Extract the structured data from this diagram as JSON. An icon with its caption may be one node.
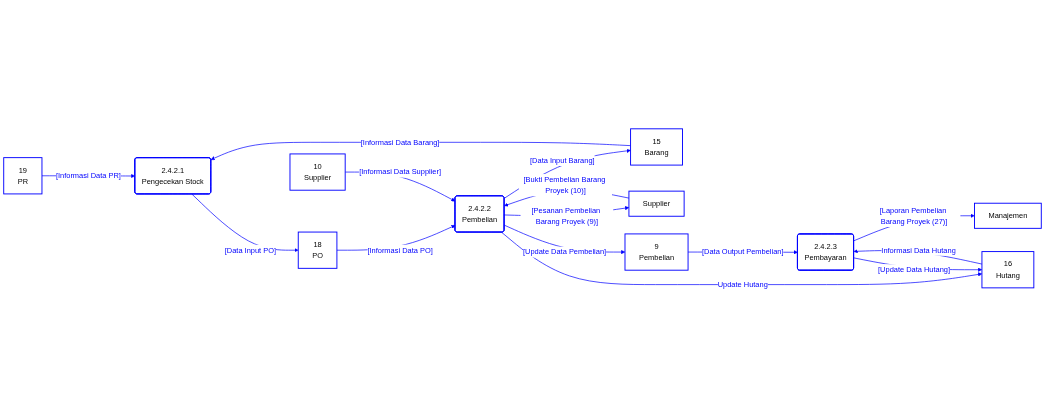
{
  "diagram": {
    "nodes": [
      {
        "text": [
          "19",
          "PR"
        ]
      },
      {
        "text": [
          "15",
          "Barang"
        ]
      },
      {
        "text": [
          "2.4.2.1",
          "Pengecekan Stock"
        ]
      },
      {
        "text": [
          "18",
          "PO"
        ]
      },
      {
        "text": [
          "Supplier"
        ]
      },
      {
        "text": [
          "2.4.2.2",
          "Pembelian"
        ]
      },
      {
        "text": [
          "10",
          "Supplier"
        ]
      },
      {
        "text": [
          "9",
          "Pembelian"
        ]
      },
      {
        "text": [
          "16",
          "Hutang"
        ]
      },
      {
        "text": [
          "Manajemen"
        ]
      },
      {
        "text": [
          "2.4.2.3",
          "Pembayaran"
        ]
      }
    ],
    "edges": [
      {
        "from": 0,
        "to": 2,
        "arrow": "to",
        "label": "[Informasi Data PR]"
      },
      {
        "from": 1,
        "to": 2,
        "arrow": "to",
        "label": "[Informasi Data Barang]"
      },
      {
        "from": 2,
        "to": 3,
        "arrow": "to",
        "label": "[Data Input PO]"
      },
      {
        "from": 3,
        "to": 5,
        "arrow": "to",
        "label": "[Informasi Data PO]"
      },
      {
        "from": 5,
        "to": 1,
        "arrow": "to",
        "label": "[Data Input Barang]"
      },
      {
        "from": 5,
        "to": 4,
        "arrow": "to",
        "label": "[Pesanan Pembelian Barang Proyek (9)]"
      },
      {
        "from": 4,
        "to": 5,
        "arrow": "to",
        "label": "[Bukti Pembelian Barang Proyek (10)]"
      },
      {
        "from": 6,
        "to": 5,
        "arrow": "to",
        "label": "[Informasi Data Supplier]"
      },
      {
        "from": 5,
        "to": 7,
        "arrow": "to",
        "label": "[Update Data Pembelian]"
      },
      {
        "from": 5,
        "to": 8,
        "arrow": "to",
        "label": "Update Hutang"
      },
      {
        "from": 10,
        "to": 9,
        "arrow": "to",
        "label": "[Laporan Pembelian Barang Proyek (27)]"
      },
      {
        "from": 7,
        "to": 10,
        "arrow": "to",
        "label": "[Data Output Pembelian]"
      },
      {
        "from": 8,
        "to": 10,
        "arrow": "to",
        "label": "Informasi Data Hutang"
      },
      {
        "from": 10,
        "to": 8,
        "arrow": "to",
        "label": "[Update Data Hutang]"
      }
    ]
  }
}
